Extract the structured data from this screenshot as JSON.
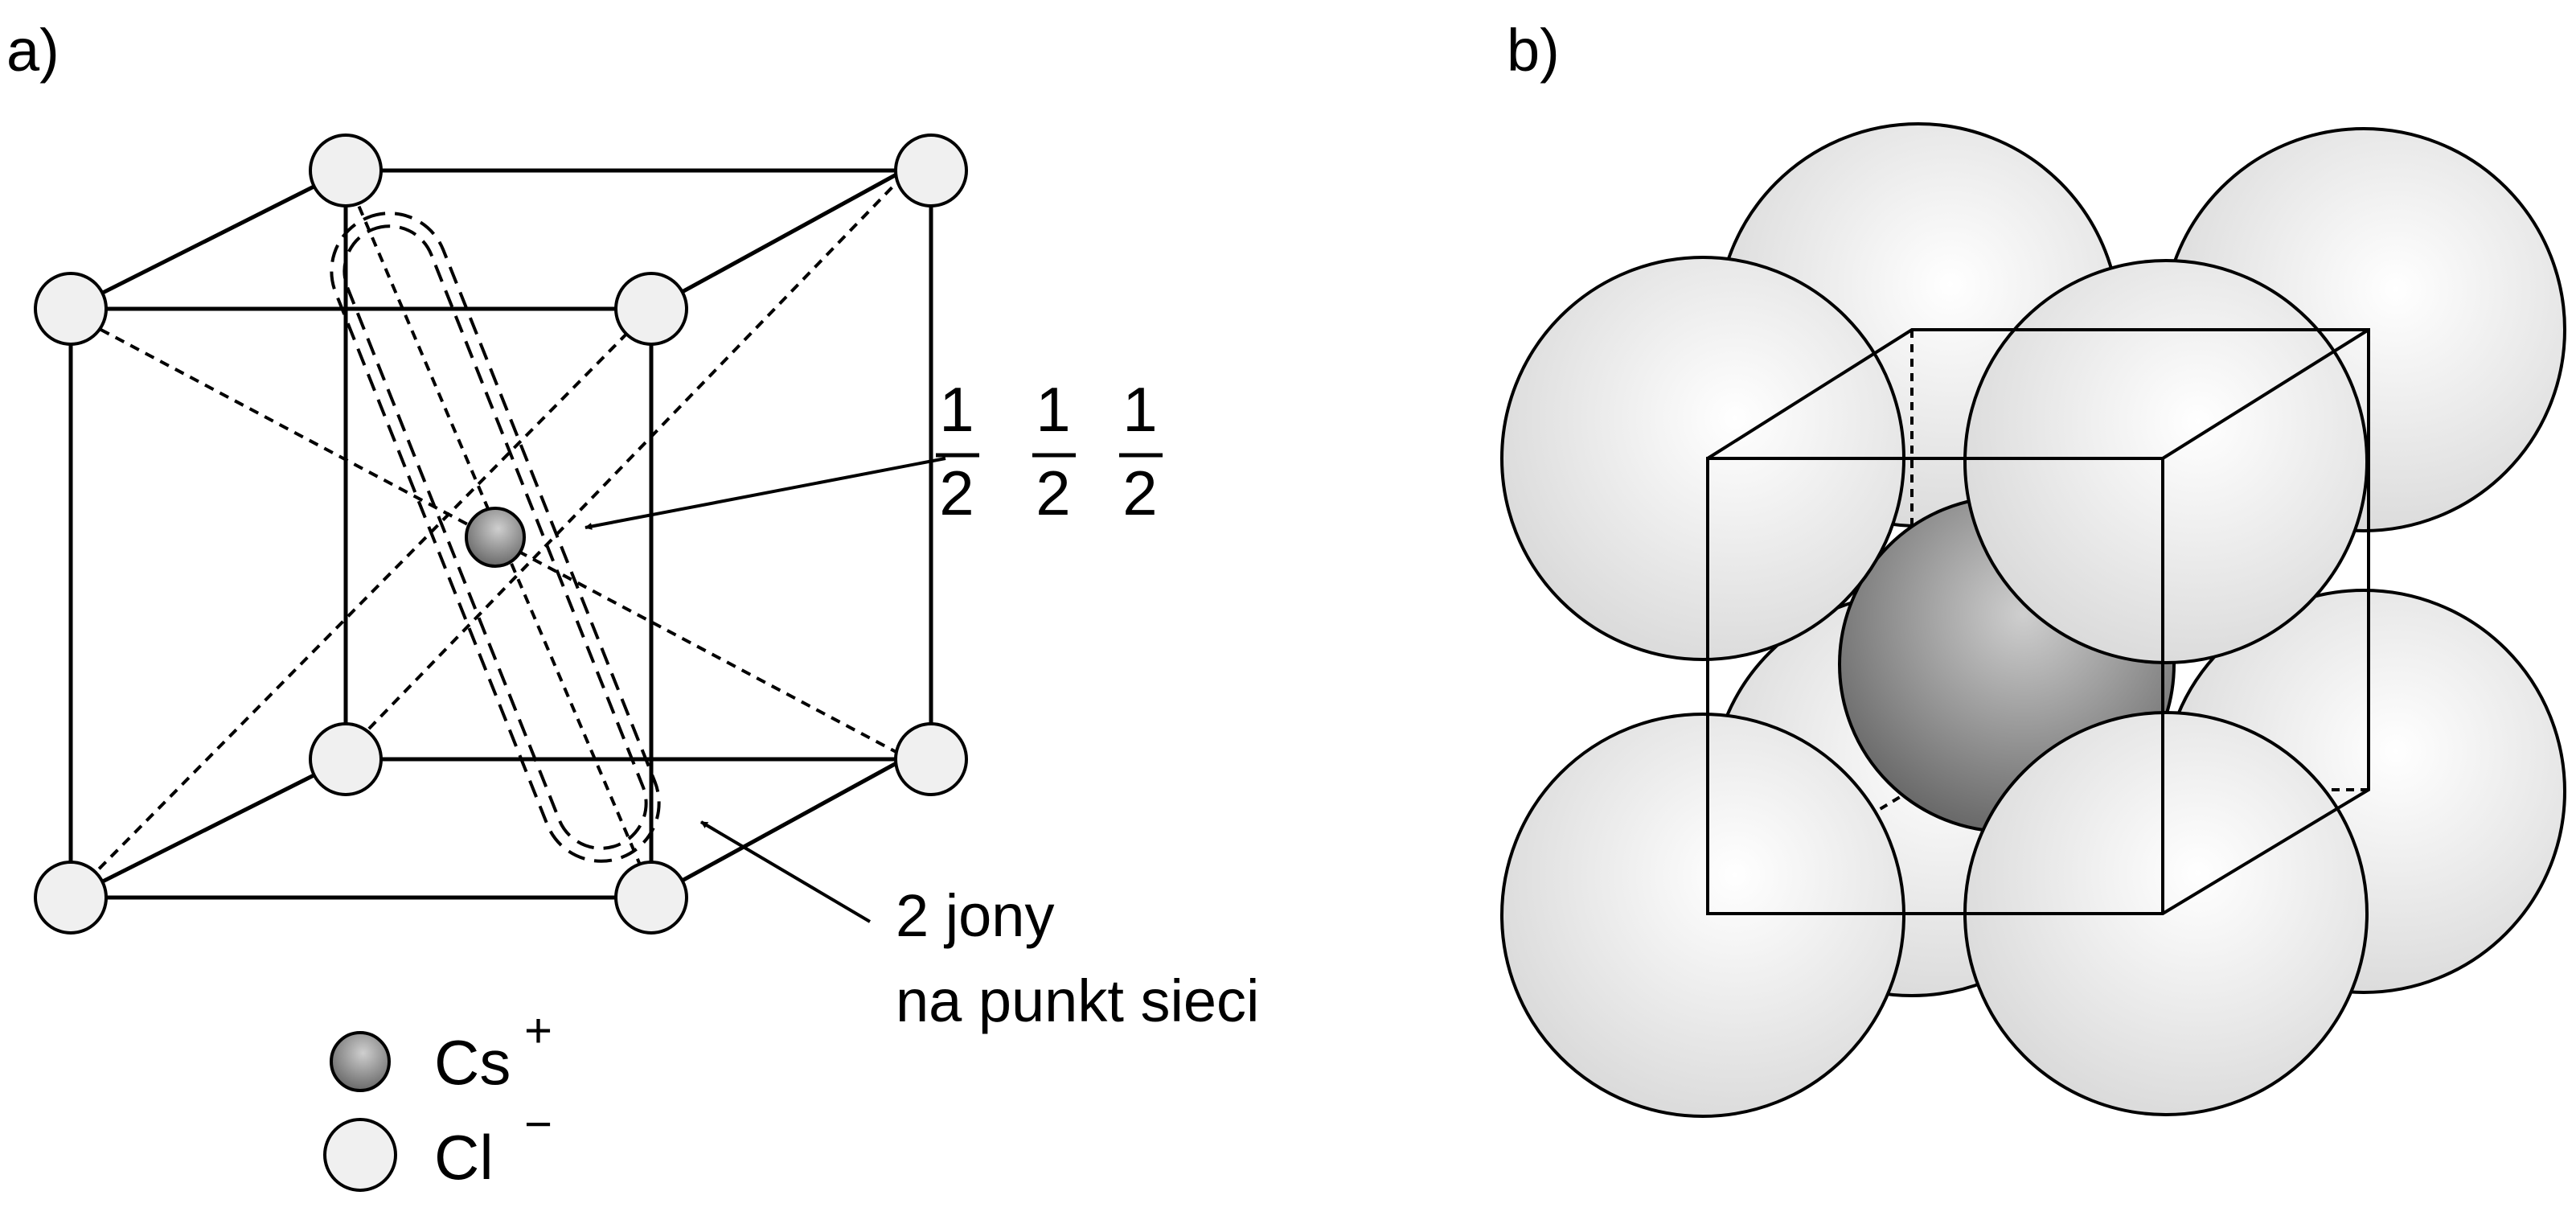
{
  "panels": {
    "a": {
      "label": "a)",
      "coordinate_label": {
        "numerator": "1",
        "denominator": "2",
        "count": 3
      },
      "note": {
        "line1": "2 jony",
        "line2": "na punkt sieci"
      },
      "legend": [
        {
          "symbol": "Cs",
          "charge": "+",
          "fill": "#8c8c8c"
        },
        {
          "symbol": "Cl",
          "charge": "−",
          "fill": "#f0f0f0"
        }
      ]
    },
    "b": {
      "label": "b)"
    }
  },
  "colors": {
    "line": "#000000",
    "anion_fill": "#f0f0f0",
    "cation_fill": "#8c8c8c",
    "anion_sphere_light": "#ffffff",
    "anion_sphere_dark": "#d6d6d6",
    "cation_sphere_light": "#cfcfcf",
    "cation_sphere_dark": "#5a5a5a"
  }
}
